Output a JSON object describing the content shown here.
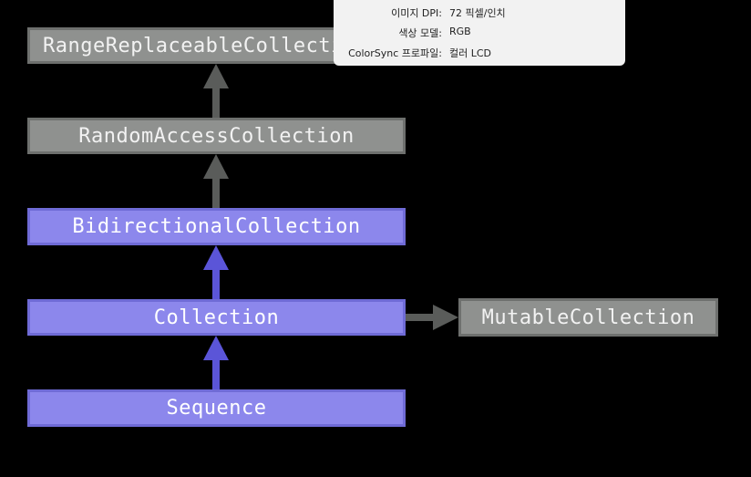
{
  "nodes": {
    "range_replaceable": "RangeReplaceableCollection",
    "random_access": "RandomAccessCollection",
    "bidirectional": "BidirectionalCollection",
    "collection": "Collection",
    "sequence": "Sequence",
    "mutable": "MutableCollection"
  },
  "info_panel": {
    "rows": [
      {
        "label": "이미지 DPI:",
        "value": "72 픽셀/인치"
      },
      {
        "label": "색상 모델:",
        "value": "RGB"
      },
      {
        "label": "ColorSync 프로파일:",
        "value": "컬러 LCD"
      }
    ]
  },
  "colors": {
    "background": "#000000",
    "gray_node": "#8f918f",
    "purple_node": "#8c87ec",
    "gray_arrow": "#5a5c5a",
    "purple_arrow": "#5b55d8"
  }
}
